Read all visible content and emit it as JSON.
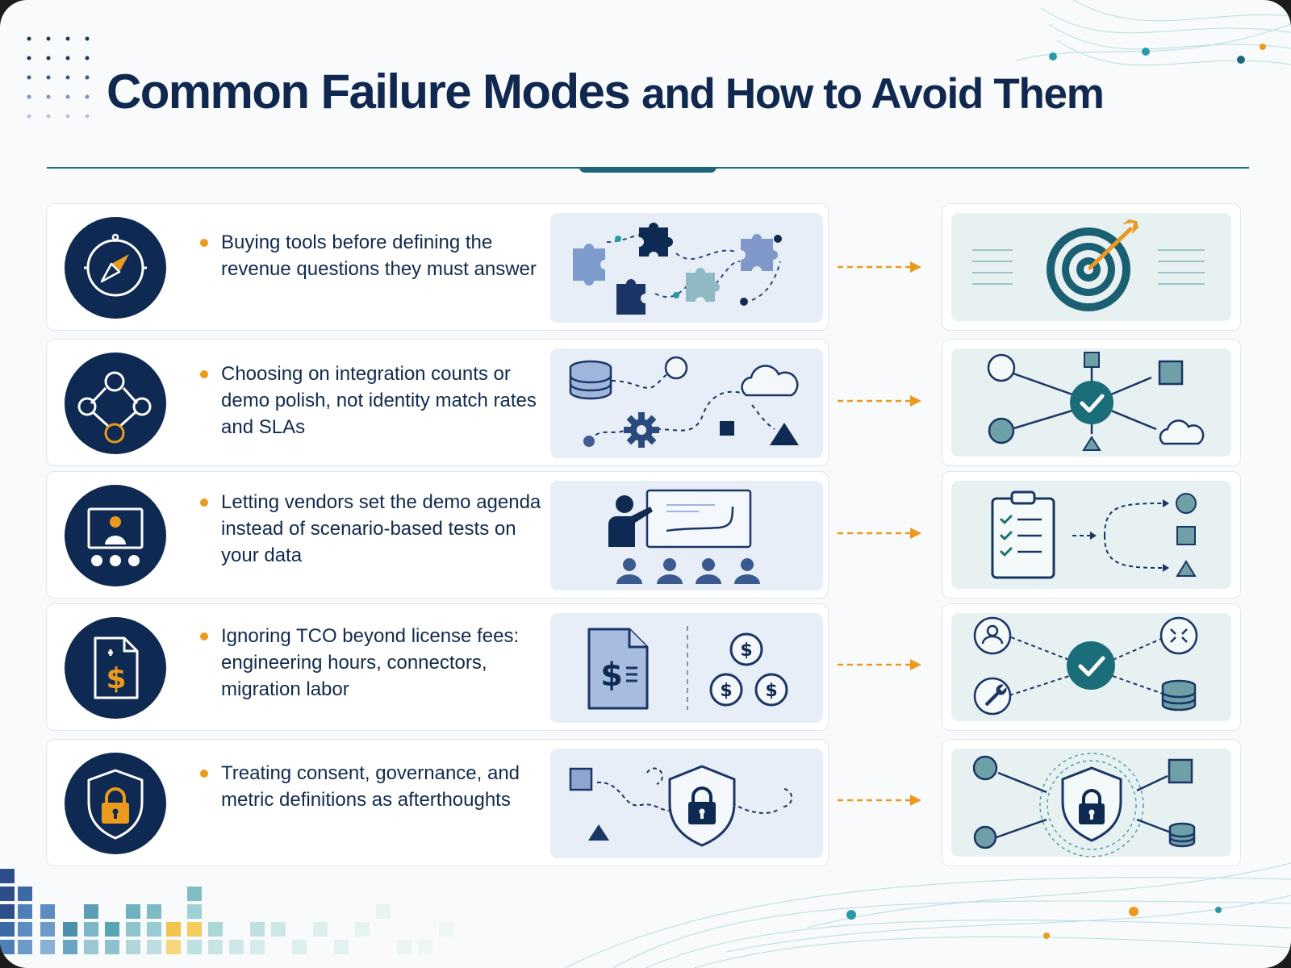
{
  "title": {
    "part1": "Common Failure Modes",
    "part2": "and How to Avoid Them"
  },
  "colors": {
    "navy": "#0f2a52",
    "accent_orange": "#eb9a1e",
    "teal": "#1e6679",
    "illustration_bg_blue": "#e8eef8",
    "illustration_bg_teal": "#e7f1f2"
  },
  "rows": [
    {
      "text": "Buying tools before defining the revenue questions they must answer",
      "icon": "compass-icon",
      "illustration": "scattered-puzzle-pieces",
      "solution": "target-bullseye-icon"
    },
    {
      "text": "Choosing on integration counts or demo polish, not identity match rates and SLAs",
      "icon": "network-nodes-icon",
      "illustration": "disconnected-systems",
      "solution": "connected-hub-check"
    },
    {
      "text": "Letting vendors set the demo agenda instead of scenario-based tests on your data",
      "icon": "presentation-screen-icon",
      "illustration": "presenter-and-audience",
      "solution": "checklist-branching-scenarios"
    },
    {
      "text": "Ignoring TCO beyond license fees: engineering hours, connectors, migration labor",
      "icon": "invoice-dollar-icon",
      "illustration": "invoice-and-coins",
      "solution": "cost-hub-check"
    },
    {
      "text": "Treating consent, governance, and metric definitions as afterthoughts",
      "icon": "shield-lock-icon",
      "illustration": "unprotected-data-shield",
      "solution": "governed-shield-hub"
    }
  ]
}
